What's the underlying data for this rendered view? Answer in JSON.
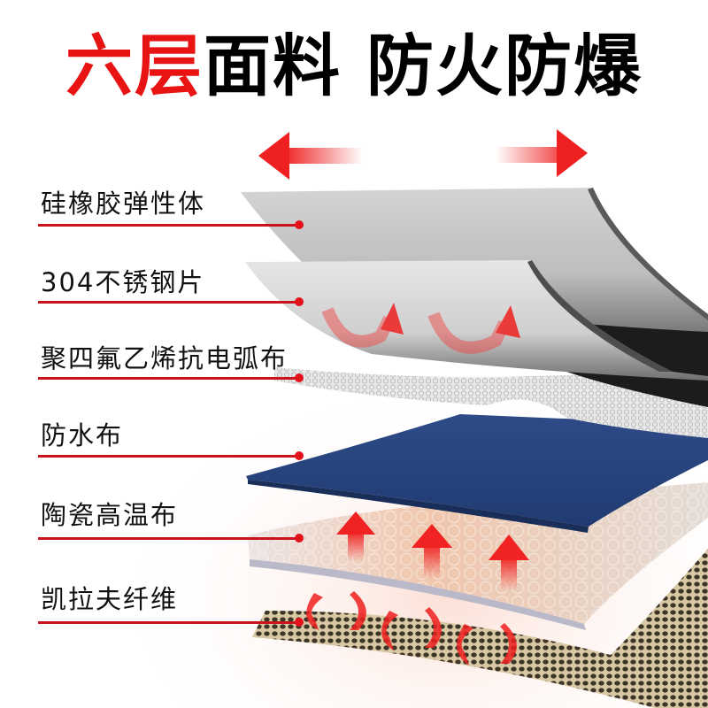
{
  "title": {
    "highlight": "六层",
    "part1": "面料",
    "part2": "防火防爆",
    "highlight_color": "#e81414"
  },
  "layers": [
    {
      "label": "硅橡胶弹性体",
      "color": "#c8c8c8"
    },
    {
      "label": "304不锈钢片",
      "color": "#dcdcdc"
    },
    {
      "label": "聚四氟乙烯抗电弧布",
      "color": "#e6e6e6"
    },
    {
      "label": "防水布",
      "color": "#26437c"
    },
    {
      "label": "陶瓷高温布",
      "color": "#e9dcd6"
    },
    {
      "label": "凯拉夫纤维",
      "color": "#8c7f62"
    }
  ],
  "accent_color": "#e4101a",
  "icons": [
    "stretch-arrow-left",
    "stretch-arrow-right",
    "heat-curve-arrow",
    "heat-up-arrow",
    "heat-swirl-arrow"
  ]
}
